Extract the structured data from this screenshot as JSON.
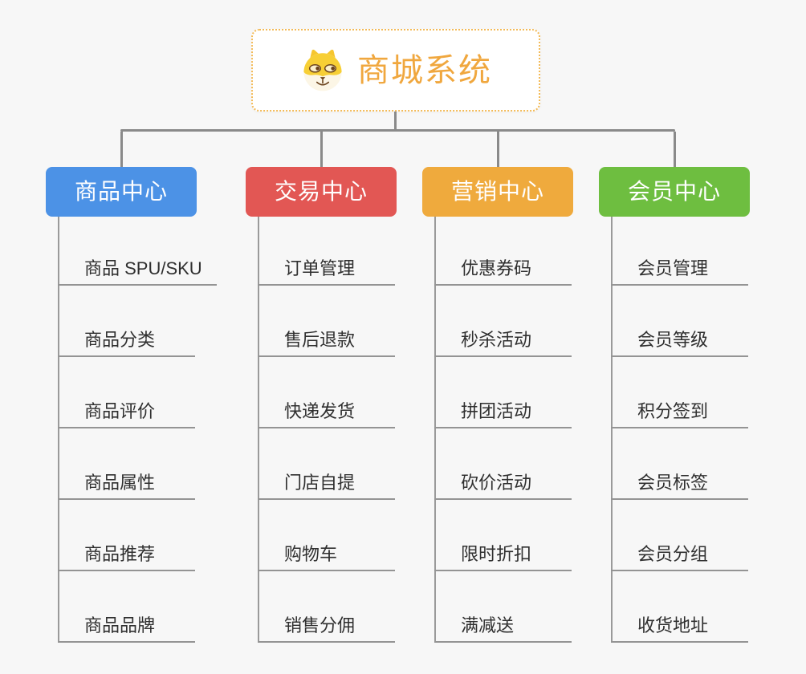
{
  "root": {
    "title": "商城系统",
    "icon": "doge-icon"
  },
  "colors": {
    "background": "#f7f7f7",
    "root_border": "#f3ba57",
    "root_text": "#f0a73e",
    "connector": "#8a8a8a",
    "child_line": "#949494",
    "child_text": "#2f2f2f",
    "branch_text": "#ffffff"
  },
  "branches": [
    {
      "label": "商品中心",
      "color": "#4c92e6",
      "children": [
        "商品 SPU/SKU",
        "商品分类",
        "商品评价",
        "商品属性",
        "商品推荐",
        "商品品牌"
      ]
    },
    {
      "label": "交易中心",
      "color": "#e25754",
      "children": [
        "订单管理",
        "售后退款",
        "快递发货",
        "门店自提",
        "购物车",
        "销售分佣"
      ]
    },
    {
      "label": "营销中心",
      "color": "#efaa3d",
      "children": [
        "优惠券码",
        "秒杀活动",
        "拼团活动",
        "砍价活动",
        "限时折扣",
        "满减送"
      ]
    },
    {
      "label": "会员中心",
      "color": "#6ebe40",
      "children": [
        "会员管理",
        "会员等级",
        "积分签到",
        "会员标签",
        "会员分组",
        "收货地址"
      ]
    }
  ]
}
